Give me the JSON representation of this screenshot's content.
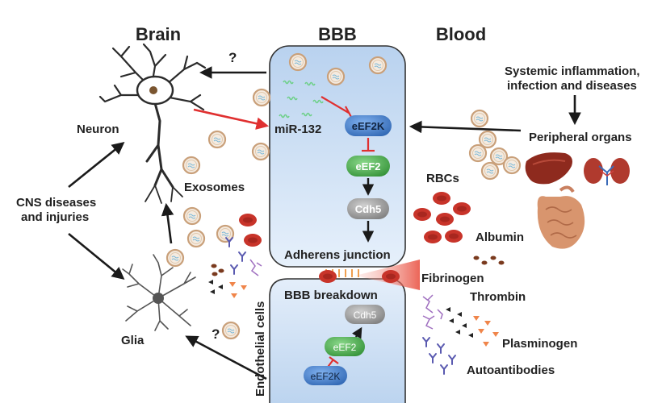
{
  "headers": {
    "brain": "Brain",
    "bbb": "BBB",
    "blood": "Blood"
  },
  "labels": {
    "neuron": "Neuron",
    "exosomes": "Exosomes",
    "cns_line1": "CNS diseases",
    "cns_line2": "and injuries",
    "glia": "Glia",
    "question_top": "?",
    "question_bottom": "?",
    "mir132": "miR-132",
    "eef2k": "eEF2K",
    "eef2": "eEF2",
    "cdh5": "Cdh5",
    "adherens": "Adherens junction",
    "bbb_breakdown": "BBB breakdown",
    "cdh5_b": "Cdh5",
    "eef2_b": "eEF2",
    "eef2k_b": "eEF2K",
    "endothelial": "Endothelial cells",
    "systemic_line1": "Systemic inflammation,",
    "systemic_line2": "infection and diseases",
    "peripheral": "Peripheral organs",
    "rbcs": "RBCs",
    "albumin": "Albumin",
    "fibrinogen": "Fibrinogen",
    "thrombin": "Thrombin",
    "plasminogen": "Plasminogen",
    "autoantibodies": "Autoantibodies"
  },
  "colors": {
    "cell_fill": "#cfe1f6",
    "eef2k": "#3a78c9",
    "eef2": "#43a843",
    "cdh5": "#8e8e8e",
    "inhibit": "#e03030",
    "rbc": "#c8342a",
    "exosome": "#c9a07a",
    "mirna": "#6fd08a",
    "thrombin": "#a070c0",
    "antibody": "#5a5ab0",
    "plasminogen": "#f0854a"
  }
}
